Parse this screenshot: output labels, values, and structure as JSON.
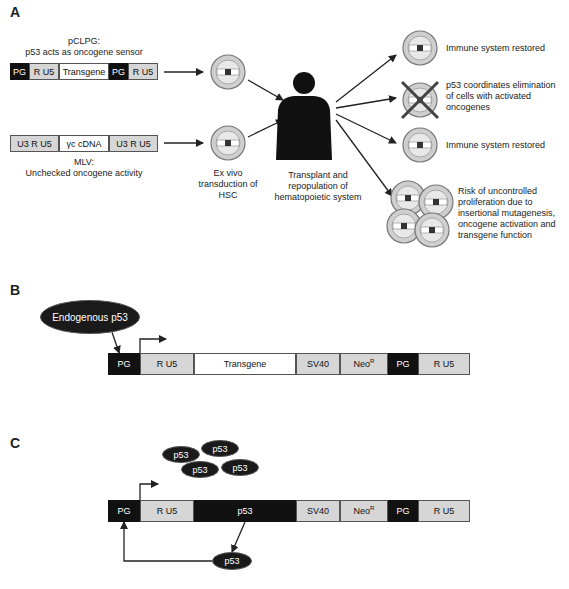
{
  "diagram": {
    "nodes": [
      {
        "text": [
          "PG"
        ]
      },
      {
        "text": [
          "R U5"
        ]
      },
      {
        "text": [
          "Transgene"
        ]
      },
      {
        "text": [
          "PG"
        ]
      },
      {
        "text": [
          "R U5"
        ]
      },
      {
        "text": [
          "U3 R U5"
        ]
      },
      {
        "text": [
          "γc cDNA"
        ]
      },
      {
        "text": [
          "U3 R U5"
        ]
      },
      {
        "text": [
          "Endogenous p53"
        ]
      },
      {
        "text": [
          "PG"
        ]
      },
      {
        "text": [
          "R U5"
        ]
      },
      {
        "text": [
          "Transgene"
        ]
      },
      {
        "text": [
          "SV40"
        ]
      },
      {
        "text": [
          "Neo",
          "R"
        ]
      },
      {
        "text": [
          "PG"
        ]
      },
      {
        "text": [
          "R U5"
        ]
      },
      {
        "text": [
          "p53"
        ]
      },
      {
        "text": [
          "p53"
        ]
      },
      {
        "text": [
          "p53"
        ]
      },
      {
        "text": [
          "p53"
        ]
      },
      {
        "text": [
          "PG"
        ]
      },
      {
        "text": [
          "R U5"
        ]
      },
      {
        "text": [
          "p53"
        ]
      },
      {
        "text": [
          "SV40"
        ]
      },
      {
        "text": [
          "Neo",
          "R"
        ]
      },
      {
        "text": [
          "PG"
        ]
      },
      {
        "text": [
          "R U5"
        ]
      },
      {
        "text": [
          "p53"
        ]
      }
    ],
    "edges": [
      {
        "from": 8,
        "to": 9,
        "arrow": "to"
      },
      {
        "from": 22,
        "to": 27,
        "arrow": "to"
      },
      {
        "from": 27,
        "to": 20,
        "arrow": "to"
      }
    ],
    "labels": [
      "A",
      "pCLPG:",
      "p53 acts as oncogene sensor",
      "MLV:",
      "Unchecked oncogene activity",
      "Ex vivo transduction of HSC",
      "Transplant and repopulation of hematopoietic system",
      "Immune system restored",
      "p53 coordinates elimination of cells with activated oncogenes",
      "Immune system restored",
      "Risk of uncontrolled proliferation due to insertional mutagenesis, oncogene activation and transgene function",
      "B",
      "C"
    ]
  }
}
